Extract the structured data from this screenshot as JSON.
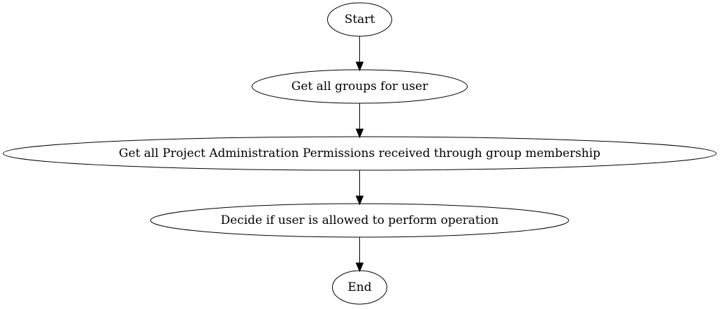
{
  "diagram": {
    "nodes": [
      {
        "id": "start",
        "label": "Start"
      },
      {
        "id": "get-groups",
        "label": "Get all groups for user"
      },
      {
        "id": "get-permissions",
        "label": "Get all Project Administration Permissions received through group membership"
      },
      {
        "id": "decide",
        "label": "Decide if user is allowed to perform operation"
      },
      {
        "id": "end",
        "label": "End"
      }
    ],
    "edges": [
      {
        "from": "start",
        "to": "get-groups"
      },
      {
        "from": "get-groups",
        "to": "get-permissions"
      },
      {
        "from": "get-permissions",
        "to": "decide"
      },
      {
        "from": "decide",
        "to": "end"
      }
    ]
  }
}
